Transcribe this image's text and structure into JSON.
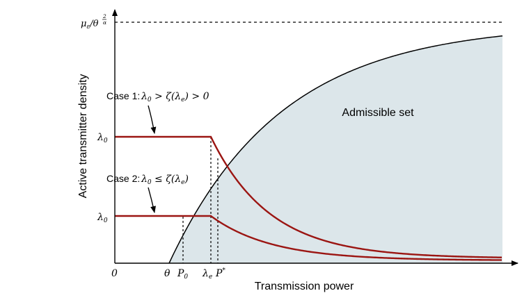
{
  "diagram": {
    "x_axis_label": "Transmission power",
    "y_axis_label": "Active transmitter density",
    "region_label": "Admissible set",
    "y_top_tick": "μ_ε/θ^(2/α)",
    "x_ticks": {
      "origin": "0",
      "theta": "θ",
      "p0": "P_0",
      "lambda_e": "λ_e",
      "p_star": "P*"
    },
    "y_ticks": {
      "lambda0_case1": "λ_0",
      "lambda0_case2": "λ_0"
    },
    "case1": {
      "prefix": "Case 1:",
      "condition": "λ_0 > ζ(λ_e) > 0"
    },
    "case2": {
      "prefix": "Case 2:",
      "condition": "λ_0 ≤ ζ(λ_e)"
    },
    "colors": {
      "region_fill": "#dce6ea",
      "case_curves": "#9b1512",
      "boundary": "#000000"
    }
  }
}
